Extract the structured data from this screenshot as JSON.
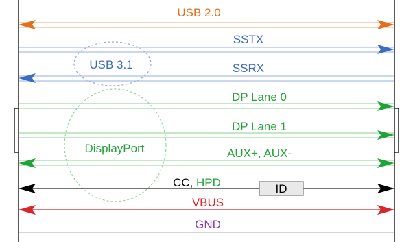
{
  "signals": {
    "usb2": {
      "label": "USB 2.0",
      "color": "#e0701c",
      "direction": "both"
    },
    "sstx": {
      "label": "SSTX",
      "color": "#3b6cc0",
      "direction": "right"
    },
    "ssrx": {
      "label": "SSRX",
      "color": "#3b6cc0",
      "direction": "left"
    },
    "dp0": {
      "label": "DP Lane 0",
      "color": "#23a23a",
      "direction": "right"
    },
    "dp1": {
      "label": "DP Lane 1",
      "color": "#23a23a",
      "direction": "right"
    },
    "aux": {
      "label": "AUX+, AUX-",
      "color": "#23a23a",
      "direction": "both"
    },
    "cc": {
      "label": "CC,",
      "color": "#000000",
      "direction": "both"
    },
    "hpd": {
      "label": "HPD",
      "color": "#23a23a"
    },
    "id": {
      "label": "ID"
    },
    "vbus": {
      "label": "VBUS",
      "color": "#d9262a",
      "direction": "both"
    },
    "gnd": {
      "label": "GND",
      "color": "#8a3bb0"
    }
  },
  "groups": {
    "usb31": {
      "label": "USB 3.1",
      "color": "#3b6cc0"
    },
    "displayport": {
      "label": "DisplayPort",
      "color": "#23a23a"
    }
  },
  "colors": {
    "frame": "#222222",
    "line_blue": "#a9c1e8",
    "line_green": "#9fdba4",
    "line_gray": "#bcbcbc",
    "id_box_fill": "#e9e9e9",
    "id_box_stroke": "#777777"
  }
}
